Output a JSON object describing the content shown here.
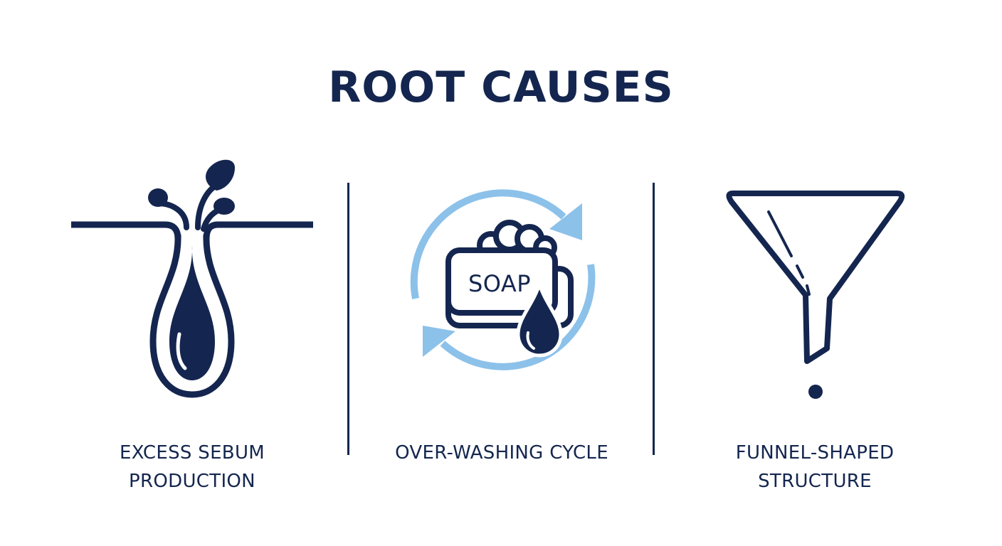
{
  "title": "ROOT CAUSES",
  "columns": [
    {
      "icon": "sebum-follicle-icon",
      "caption_lines": [
        "EXCESS SEBUM",
        "PRODUCTION"
      ]
    },
    {
      "icon": "soap-cycle-icon",
      "icon_text": "SOAP",
      "caption_lines": [
        "OVER-WASHING CYCLE"
      ]
    },
    {
      "icon": "funnel-icon",
      "caption_lines": [
        "FUNNEL-SHAPED",
        "STRUCTURE"
      ]
    }
  ],
  "colors": {
    "primary": "#14264f",
    "accent": "#8cc1ea",
    "background": "#ffffff"
  }
}
